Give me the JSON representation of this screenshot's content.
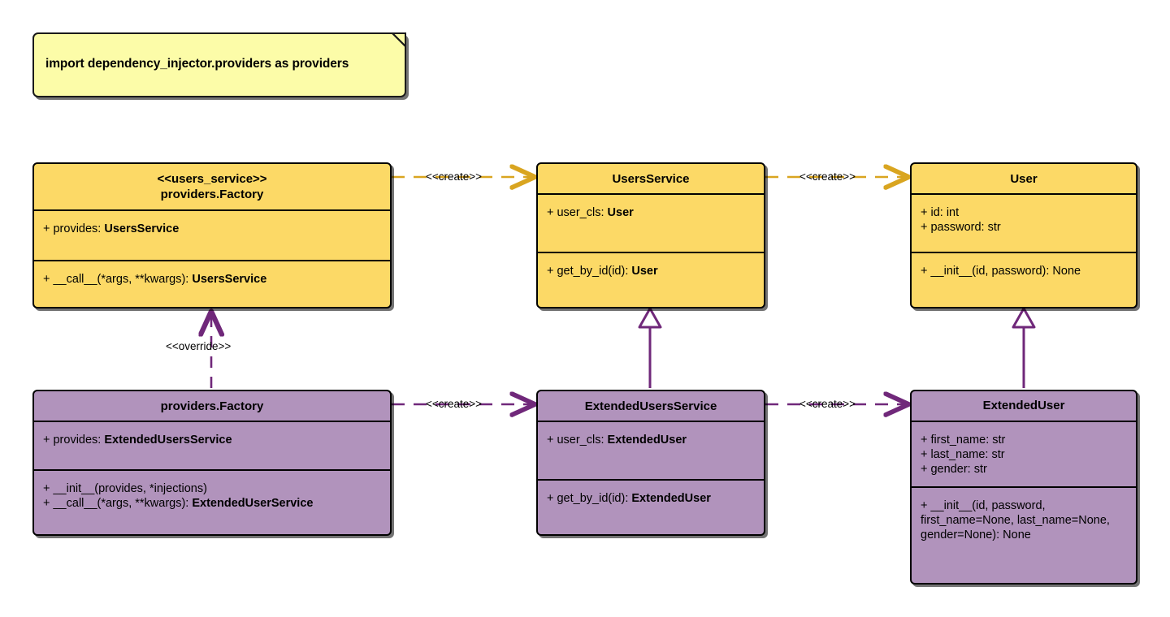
{
  "diagram": {
    "title": "Dependency Injector providers UML class diagram",
    "colors": {
      "gold_fill": "#fcd966",
      "purple_fill": "#b193bc",
      "note_fill": "#fcfca8",
      "gold_edge": "#d9a520",
      "purple_edge": "#70287a",
      "outline": "#000000",
      "background": "#ffffff"
    }
  },
  "note": {
    "text": "import dependency_injector.providers as providers"
  },
  "classes": {
    "users_service_factory": {
      "stereotype": "<<users_service>>",
      "name": "providers.Factory",
      "attributes": [
        {
          "prefix": "+ provides: ",
          "type": "UsersService"
        }
      ],
      "operations": [
        {
          "prefix": "+ __call__(*args, **kwargs): ",
          "type": "UsersService"
        }
      ]
    },
    "users_service": {
      "stereotype": "",
      "name": "UsersService",
      "attributes": [
        {
          "prefix": "+ user_cls: ",
          "type": "User"
        }
      ],
      "operations": [
        {
          "prefix": "+ get_by_id(id): ",
          "type": "User"
        }
      ]
    },
    "user": {
      "stereotype": "",
      "name": "User",
      "attributes": [
        {
          "prefix": "+ id: int",
          "type": ""
        },
        {
          "prefix": "+ password: str",
          "type": ""
        }
      ],
      "operations": [
        {
          "prefix": "+ __init__(id, password): None",
          "type": ""
        }
      ]
    },
    "extended_factory": {
      "stereotype": "",
      "name": "providers.Factory",
      "attributes": [
        {
          "prefix": "+ provides: ",
          "type": "ExtendedUsersService"
        }
      ],
      "operations": [
        {
          "prefix": "+ __init__(provides, *injections)",
          "type": ""
        },
        {
          "prefix": "+ __call__(*args, **kwargs): ",
          "type": "ExtendedUserService"
        }
      ]
    },
    "extended_users_service": {
      "stereotype": "",
      "name": "ExtendedUsersService",
      "attributes": [
        {
          "prefix": "+ user_cls: ",
          "type": "ExtendedUser"
        }
      ],
      "operations": [
        {
          "prefix": "+ get_by_id(id): ",
          "type": "ExtendedUser"
        }
      ]
    },
    "extended_user": {
      "stereotype": "",
      "name": "ExtendedUser",
      "attributes": [
        {
          "prefix": "+ first_name: str",
          "type": ""
        },
        {
          "prefix": "+ last_name: str",
          "type": ""
        },
        {
          "prefix": "+ gender: str",
          "type": ""
        }
      ],
      "operations": [
        {
          "prefix": "+ __init__(id, password, first_name=None, last_name=None, gender=None): None",
          "type": ""
        }
      ]
    }
  },
  "relationships": {
    "create_top_left": {
      "label": "<<create>>",
      "kind": "dependency",
      "color": "#d9a520"
    },
    "create_top_right": {
      "label": "<<create>>",
      "kind": "dependency",
      "color": "#d9a520"
    },
    "create_bottom_left": {
      "label": "<<create>>",
      "kind": "dependency",
      "color": "#70287a"
    },
    "create_bottom_right": {
      "label": "<<create>>",
      "kind": "dependency",
      "color": "#70287a"
    },
    "override": {
      "label": "<<override>>",
      "kind": "dependency",
      "color": "#70287a"
    },
    "generalization_service": {
      "label": "",
      "kind": "generalization",
      "color": "#70287a"
    },
    "generalization_user": {
      "label": "",
      "kind": "generalization",
      "color": "#70287a"
    }
  }
}
